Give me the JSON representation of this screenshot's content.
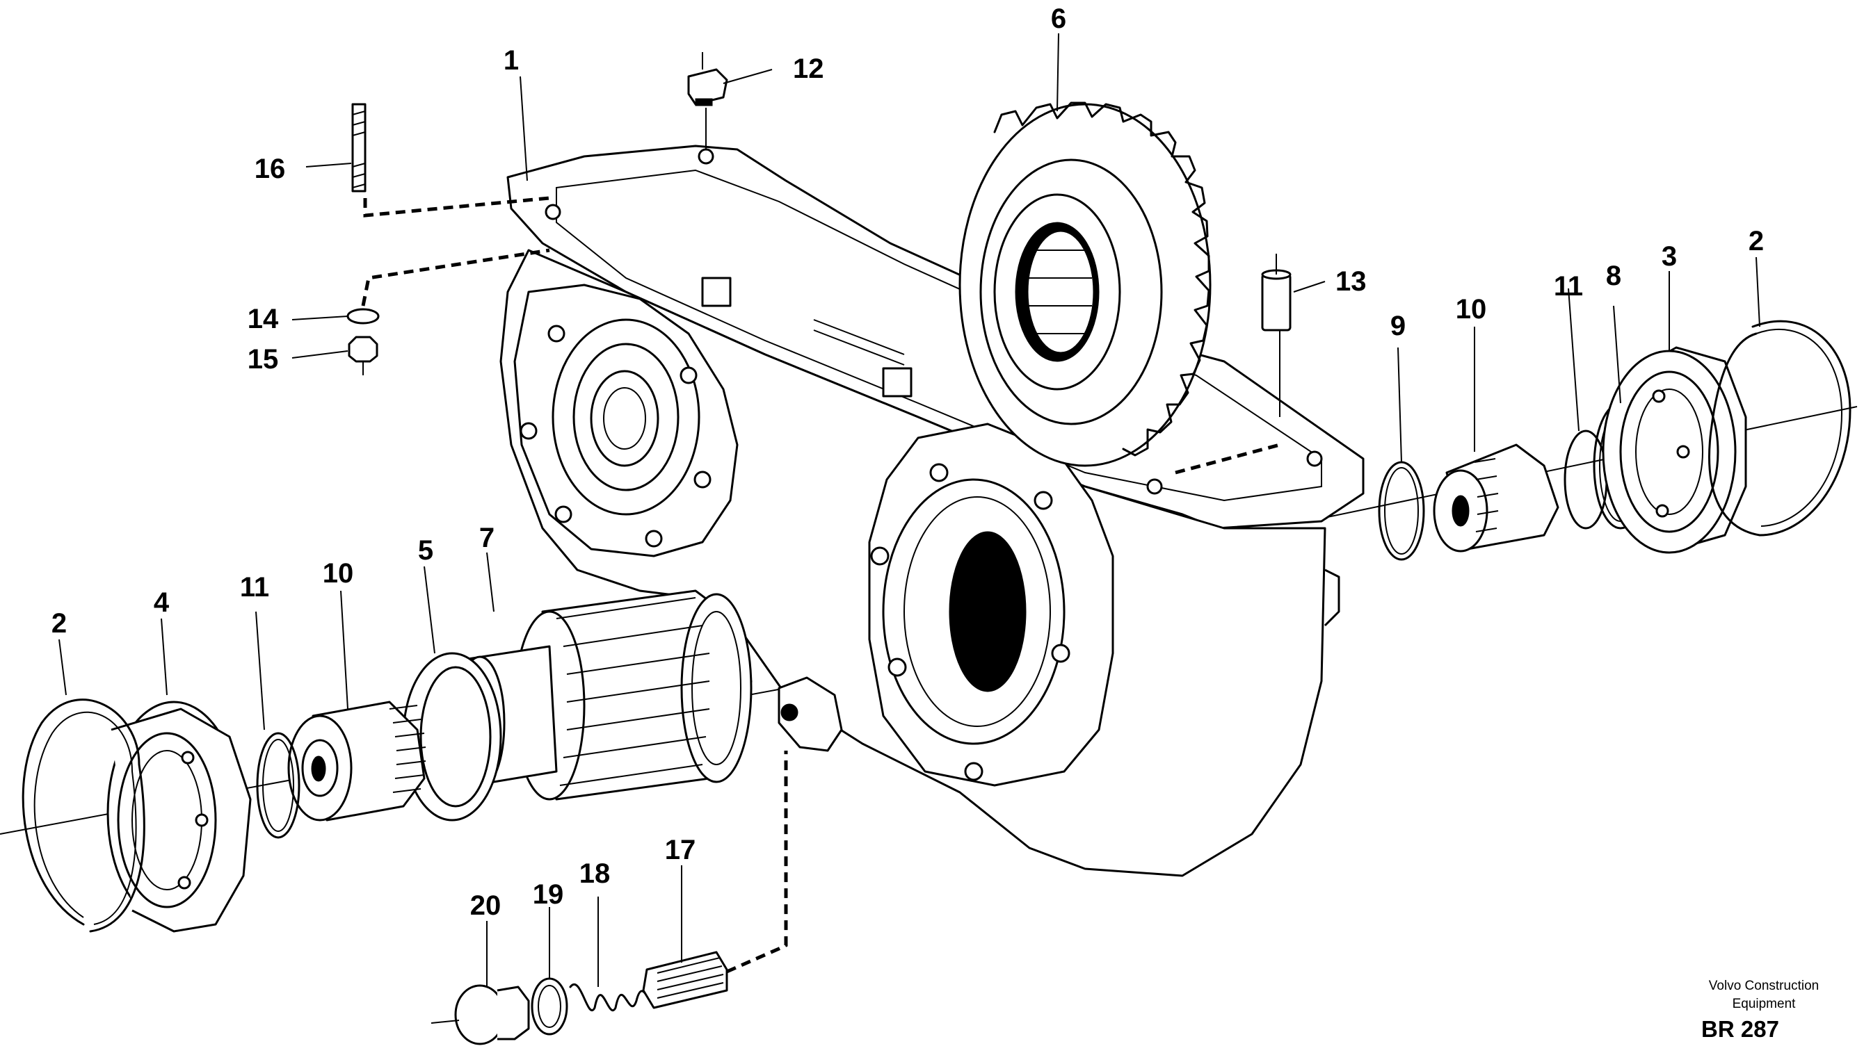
{
  "diagram": {
    "part_numbers": {
      "n1": "1",
      "n2_left": "2",
      "n2_right": "2",
      "n3": "3",
      "n4": "4",
      "n5": "5",
      "n6": "6",
      "n7": "7",
      "n8": "8",
      "n9": "9",
      "n10_left": "10",
      "n10_right": "10",
      "n11_left": "11",
      "n11_right": "11",
      "n12": "12",
      "n13": "13",
      "n14": "14",
      "n15": "15",
      "n16": "16",
      "n17": "17",
      "n18": "18",
      "n19": "19",
      "n20": "20"
    },
    "credit": {
      "line1": "Volvo Construction",
      "line2": "Equipment",
      "reference": "BR 287"
    }
  }
}
